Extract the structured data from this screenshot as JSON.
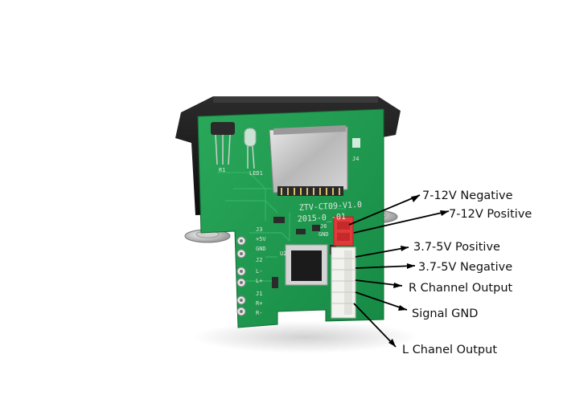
{
  "board": {
    "silkscreen": {
      "model": "ZTV-CT09-V1.0",
      "date": "2015-0_-01",
      "led": "LED1",
      "r1": "R1",
      "j1": "J1",
      "j2": "J2",
      "j3": "J3",
      "j4": "J4",
      "j6": "J6",
      "u2": "U2",
      "plus5v": "+5V",
      "gnd": "GND",
      "gnd2": "GND",
      "lminus": "L-",
      "lplus": "L+",
      "rplus": "R+",
      "rminus": "R-"
    }
  },
  "labels": [
    "7-12V Negative",
    "7-12V Positive",
    "3.7-5V Positive",
    "3.7-5V Negative",
    "R Channel Output",
    "Signal GND",
    "L Chanel Output"
  ],
  "colors": {
    "pcb": "#1f9a4f",
    "bezel": "#1a1a1a",
    "connector_red": "#e23a3a",
    "connector_white": "#f2f2ee"
  }
}
